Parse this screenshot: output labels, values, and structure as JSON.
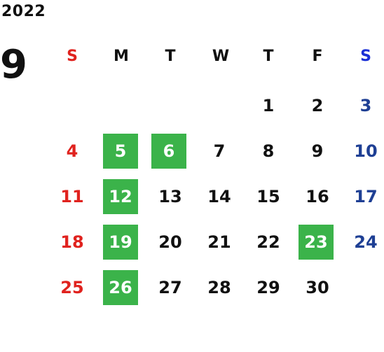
{
  "calendar": {
    "year": "2022",
    "month": "9",
    "weekdays": [
      "S",
      "M",
      "T",
      "W",
      "T",
      "F",
      "S"
    ],
    "weeks": [
      [
        "",
        "",
        "",
        "",
        "1",
        "2",
        "3"
      ],
      [
        "4",
        "5",
        "6",
        "7",
        "8",
        "9",
        "10"
      ],
      [
        "11",
        "12",
        "13",
        "14",
        "15",
        "16",
        "17"
      ],
      [
        "18",
        "19",
        "20",
        "21",
        "22",
        "23",
        "24"
      ],
      [
        "25",
        "26",
        "27",
        "28",
        "29",
        "30",
        ""
      ]
    ],
    "highlighted_days": [
      "5",
      "6",
      "12",
      "19",
      "23",
      "26"
    ],
    "colors": {
      "sunday": "#e0221e",
      "saturday_header": "#1a2fd6",
      "saturday": "#1e3f94",
      "highlight": "#3bb34a",
      "text": "#111111"
    }
  }
}
